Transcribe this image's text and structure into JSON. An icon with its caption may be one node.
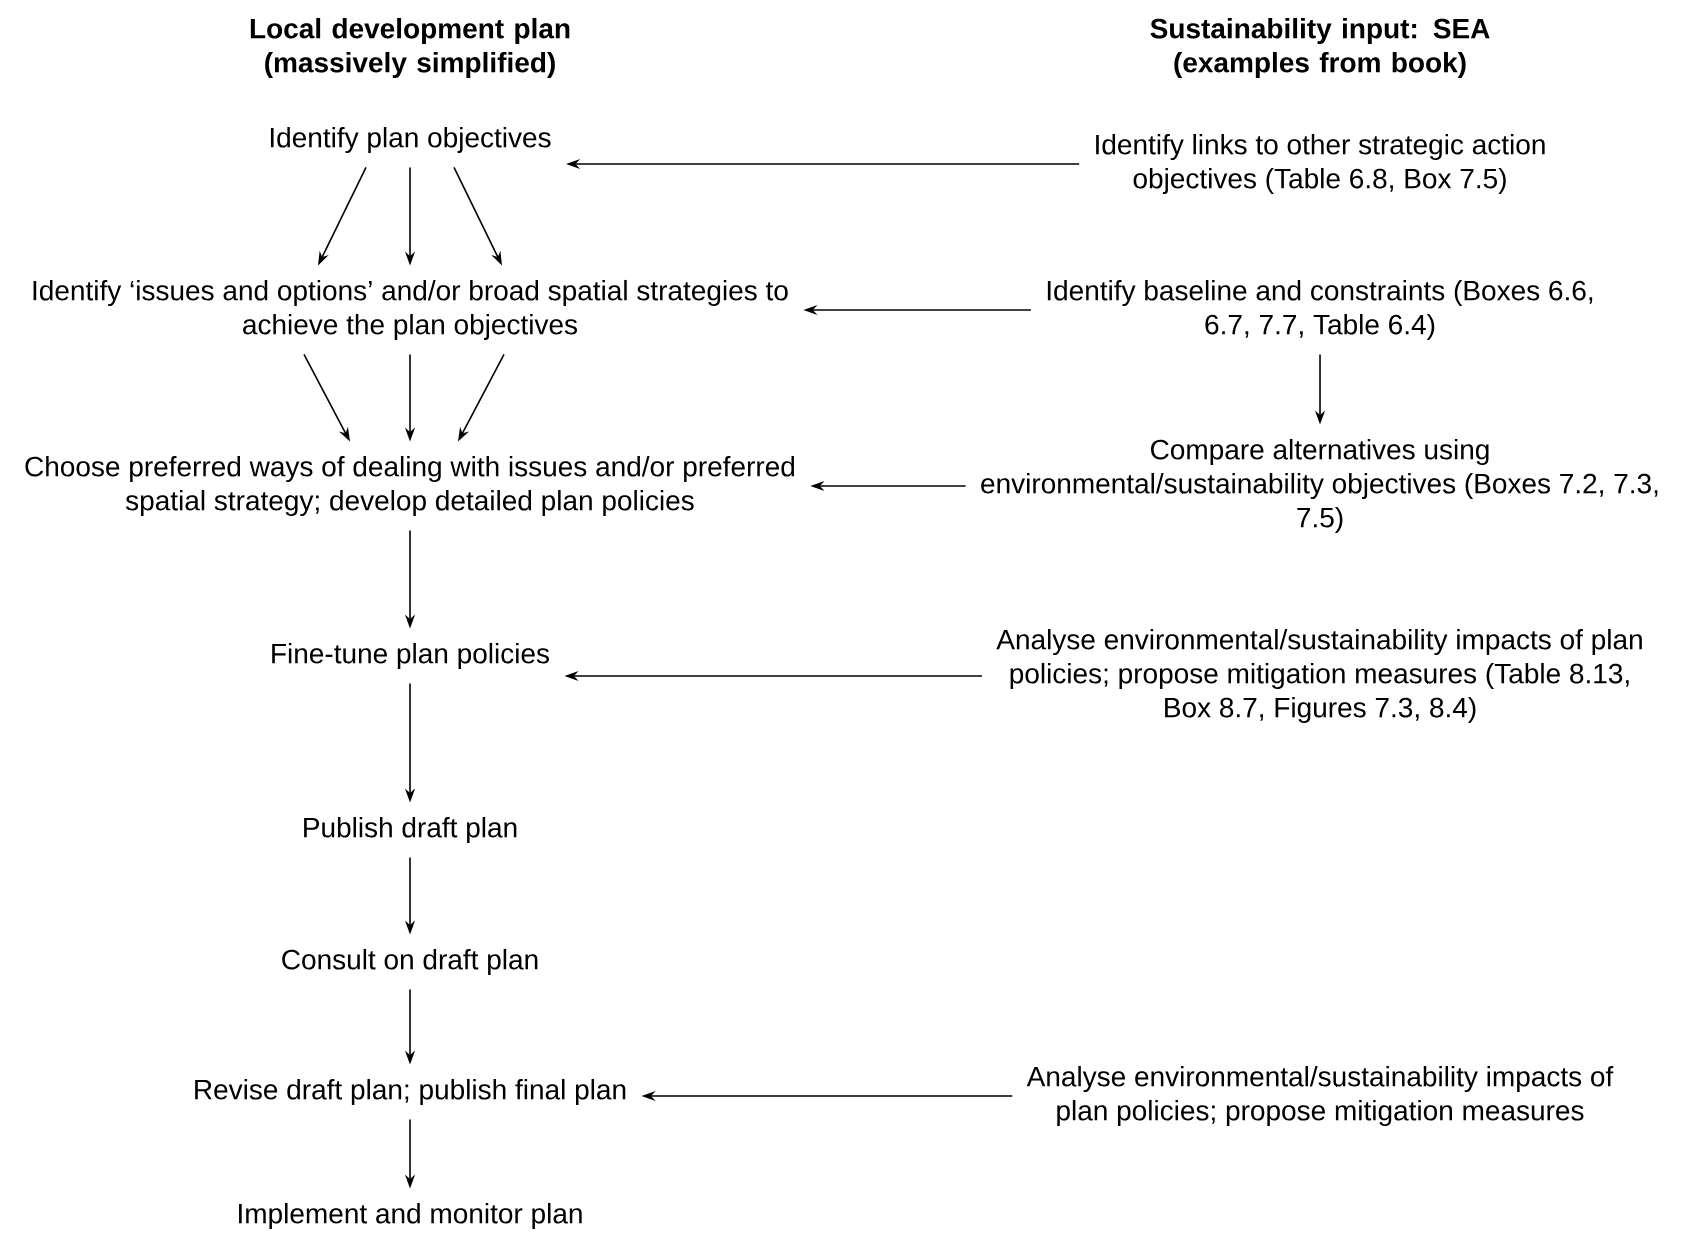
{
  "diagram": {
    "nodes": [
      {
        "text": [
          "Identify plan objectives"
        ]
      },
      {
        "text": [
          "Identify ‘issues and options’ and/or broad spatial strategies to achieve the plan objectives"
        ]
      },
      {
        "text": [
          "Choose preferred ways of dealing with issues and/or preferred spatial strategy; develop detailed plan policies"
        ]
      },
      {
        "text": [
          "Fine-tune plan policies"
        ]
      },
      {
        "text": [
          "Publish draft plan"
        ]
      },
      {
        "text": [
          "Consult on draft plan"
        ]
      },
      {
        "text": [
          "Revise draft plan; publish final plan"
        ]
      },
      {
        "text": [
          "Implement and monitor plan"
        ]
      },
      {
        "text": [
          "Identify links to other strategic action objectives (Table 6.8, Box 7.5)"
        ]
      },
      {
        "text": [
          "Identify baseline and constraints (Boxes 6.6, 6.7, 7.7, Table 6.4)"
        ]
      },
      {
        "text": [
          "Compare alternatives using environmental/sustainability objectives (Boxes 7.2, 7.3, 7.5)"
        ]
      },
      {
        "text": [
          "Analyse environmental/sustainability impacts of plan policies; propose mitigation measures (Table 8.13, Box 8.7, Figures 7.3, 8.4)"
        ]
      },
      {
        "text": [
          "Analyse environmental/sustainability impacts of plan policies; propose mitigation measures"
        ]
      }
    ],
    "edges": [
      {
        "from": 0,
        "to": 1,
        "arrow": "to"
      },
      {
        "from": 0,
        "to": 1,
        "arrow": "to"
      },
      {
        "from": 0,
        "to": 1,
        "arrow": "to"
      },
      {
        "from": 1,
        "to": 2,
        "arrow": "to"
      },
      {
        "from": 1,
        "to": 2,
        "arrow": "to"
      },
      {
        "from": 1,
        "to": 2,
        "arrow": "to"
      },
      {
        "from": 2,
        "to": 3,
        "arrow": "to"
      },
      {
        "from": 3,
        "to": 4,
        "arrow": "to"
      },
      {
        "from": 4,
        "to": 5,
        "arrow": "to"
      },
      {
        "from": 5,
        "to": 6,
        "arrow": "to"
      },
      {
        "from": 6,
        "to": 7,
        "arrow": "to"
      },
      {
        "from": 8,
        "to": 0,
        "arrow": "to"
      },
      {
        "from": 9,
        "to": 1,
        "arrow": "to"
      },
      {
        "from": 9,
        "to": 10,
        "arrow": "to"
      },
      {
        "from": 10,
        "to": 2,
        "arrow": "to"
      },
      {
        "from": 11,
        "to": 3,
        "arrow": "to"
      },
      {
        "from": 12,
        "to": 6,
        "arrow": "to"
      }
    ],
    "labels": [
      "Local development plan (massively simplified)",
      "Sustainability input: SEA (examples from book)"
    ]
  }
}
